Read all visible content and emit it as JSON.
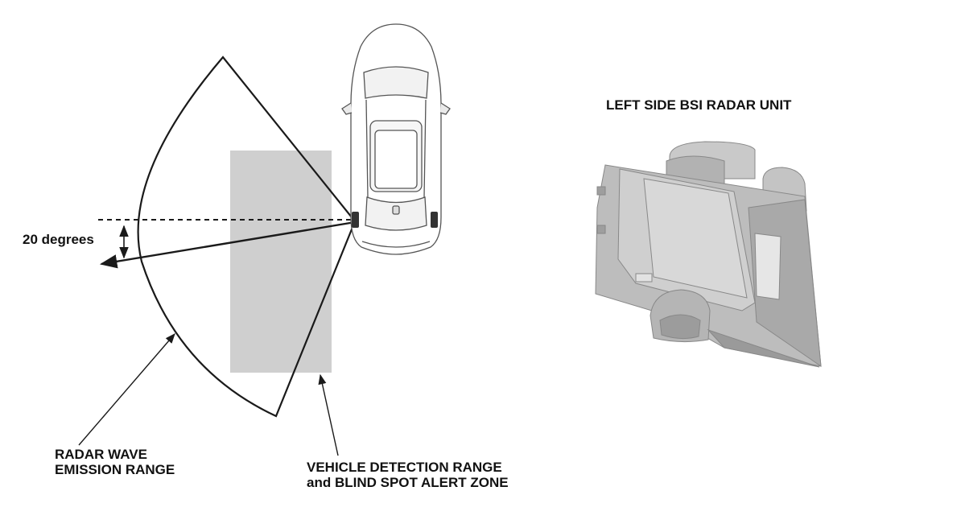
{
  "diagram": {
    "angle_label": "20 degrees",
    "radar_range_label": [
      "RADAR WAVE",
      "EMISSION RANGE"
    ],
    "detection_label": [
      "VEHICLE DETECTION RANGE",
      "and BLIND SPOT ALERT ZONE"
    ],
    "unit_label": "LEFT SIDE BSI RADAR UNIT"
  },
  "colors": {
    "stroke": "#1a1a1a",
    "zone_fill": "#cfcfcf",
    "unit_fill": "#bdbdbd",
    "unit_dark": "#8f8f8f",
    "unit_light": "#dedede"
  }
}
